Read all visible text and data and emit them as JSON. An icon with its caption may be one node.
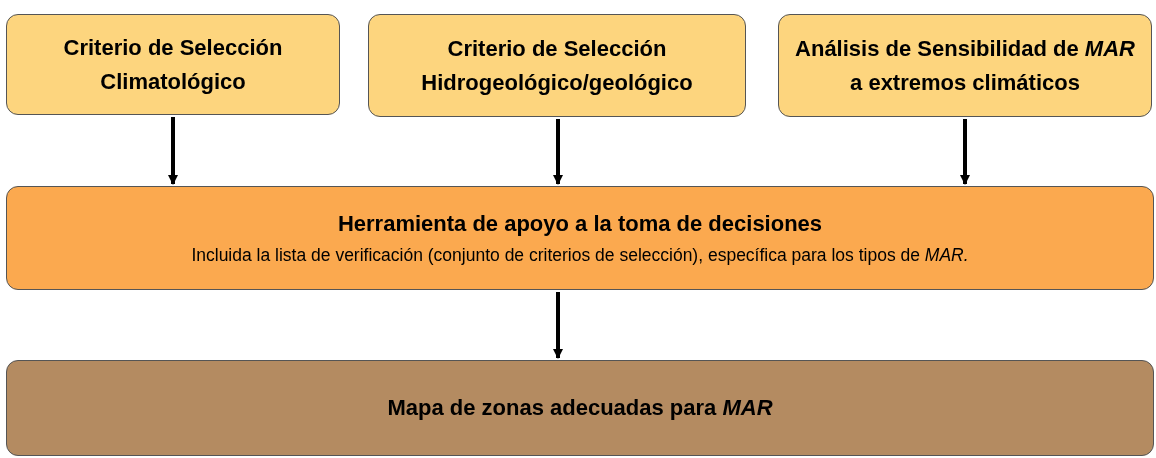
{
  "diagram": {
    "nodes": [
      {
        "text": [
          "Criterio de Selección Climatológico"
        ]
      },
      {
        "text": [
          "Criterio de Selección Hidrogeológico/geológico"
        ]
      },
      {
        "text": [
          "Análisis de Sensibilidad de *MAR* a extremos climáticos"
        ]
      },
      {
        "text": [
          "Herramienta de apoyo a la toma de decisiones",
          "Incluida la lista de verificación (conjunto de criterios de selección), específica para los tipos de *MAR.*"
        ]
      },
      {
        "text": [
          "Mapa de zonas adecuadas para *MAR*"
        ]
      }
    ],
    "edges": [
      {
        "from": 0,
        "to": 3,
        "arrow": "to"
      },
      {
        "from": 1,
        "to": 3,
        "arrow": "to"
      },
      {
        "from": 2,
        "to": 3,
        "arrow": "to"
      },
      {
        "from": 3,
        "to": 4,
        "arrow": "to"
      }
    ]
  }
}
